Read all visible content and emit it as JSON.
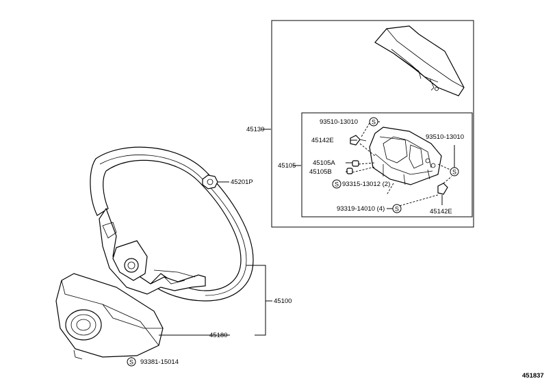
{
  "diagram": {
    "labels": {
      "p45130": "45130",
      "p45105": "45105",
      "p45201P": "45201P",
      "p45100": "45100",
      "p45180": "45180",
      "p93381": "93381-15014",
      "p93510_a": "93510-13010",
      "p93510_b": "93510-13010",
      "p45142E_a": "45142E",
      "p45142E_b": "45142E",
      "p45105A": "45105A",
      "p45105B": "45105B",
      "p93315": "93315-13012 (2)",
      "p93319": "93319-14010 (4)",
      "figure_no": "451837"
    },
    "symbol_letter": "S"
  }
}
